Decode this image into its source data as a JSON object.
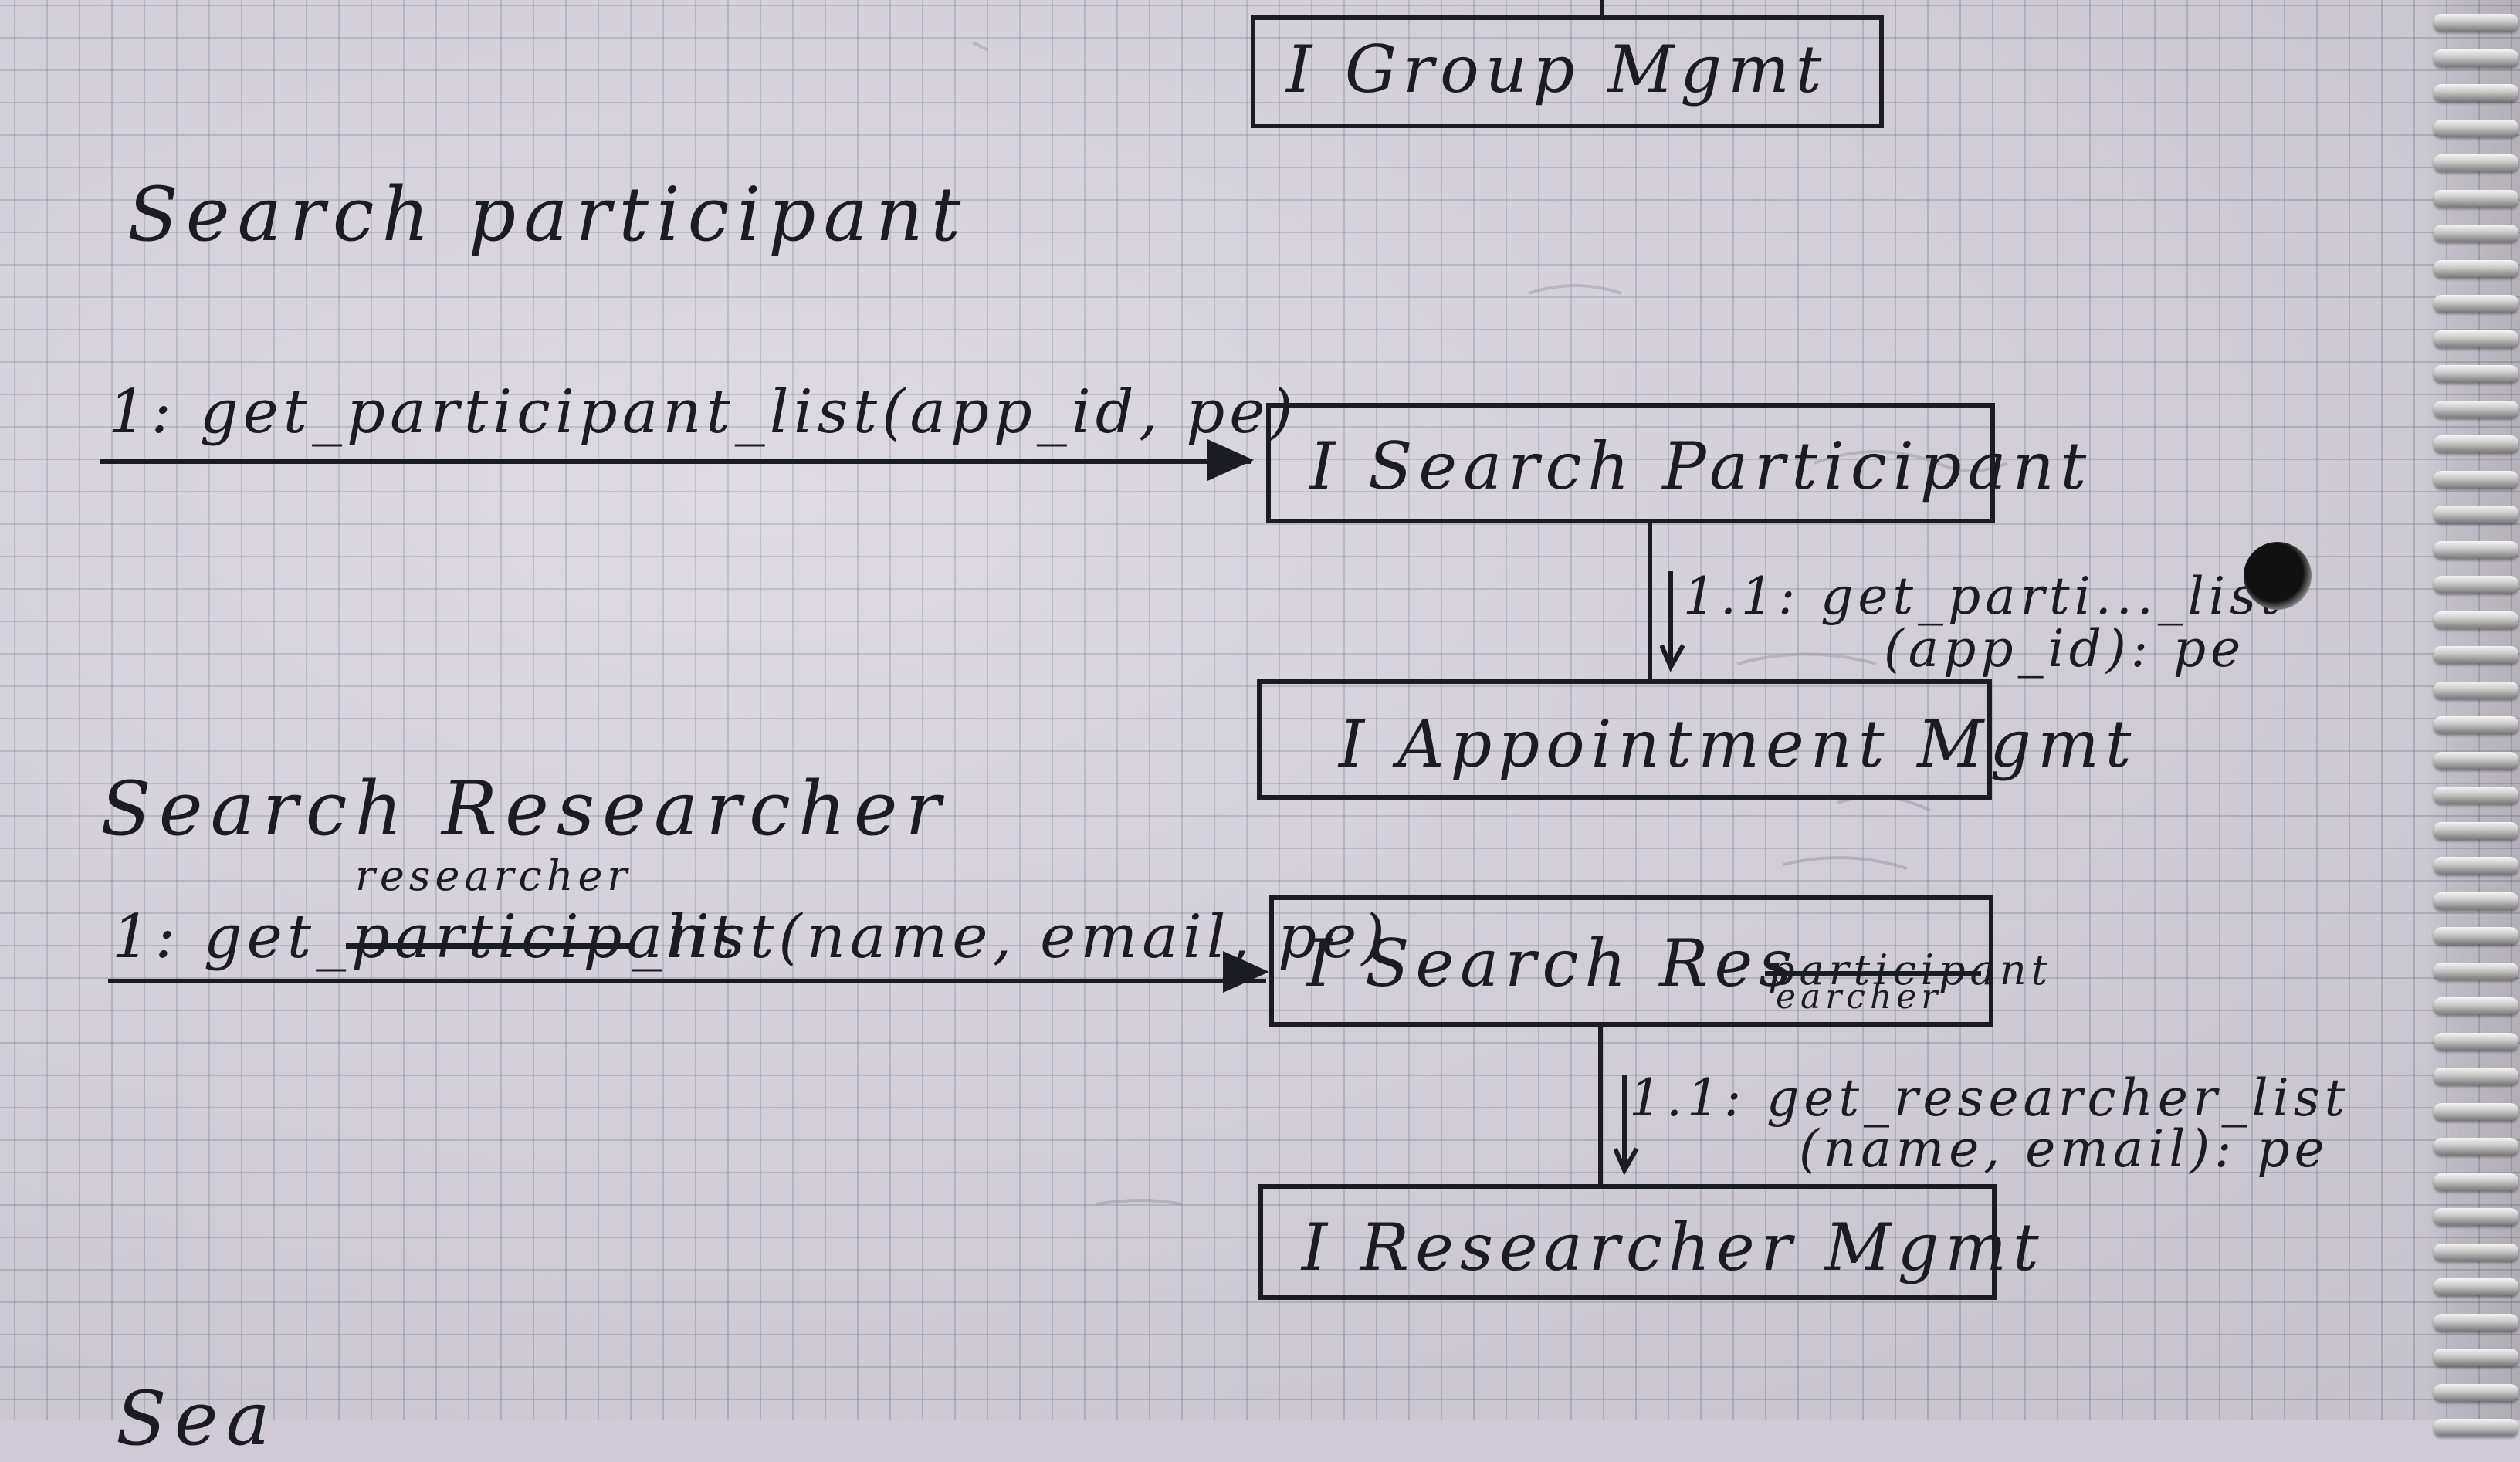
{
  "headings": {
    "search_participant": "Search participant",
    "search_researcher": "Search Researcher"
  },
  "participant_flow": {
    "message": "1: get_participant_list(app_id, pe)",
    "interface": "I Search Participant",
    "sub_message_line1": "1.1: get_parti..._list",
    "sub_message_line2": "(app_id): pe",
    "target_interface": "I Appointment Mgmt"
  },
  "researcher_flow": {
    "message_prefix": "1: get_",
    "struck_word": "participant",
    "inserted_word": "researcher",
    "message_suffix": "_list(name, email, pe)",
    "interface_prefix": "I Search Res",
    "interface_struck": "participant",
    "interface_inserted": "earcher",
    "sub_message_line1": "1.1: get_researcher_list",
    "sub_message_line2": "(name, email): pe",
    "target_interface": "I Researcher Mgmt"
  },
  "top_box": {
    "label": "I Group Mgmt"
  },
  "bottom_fragment": "Sea"
}
